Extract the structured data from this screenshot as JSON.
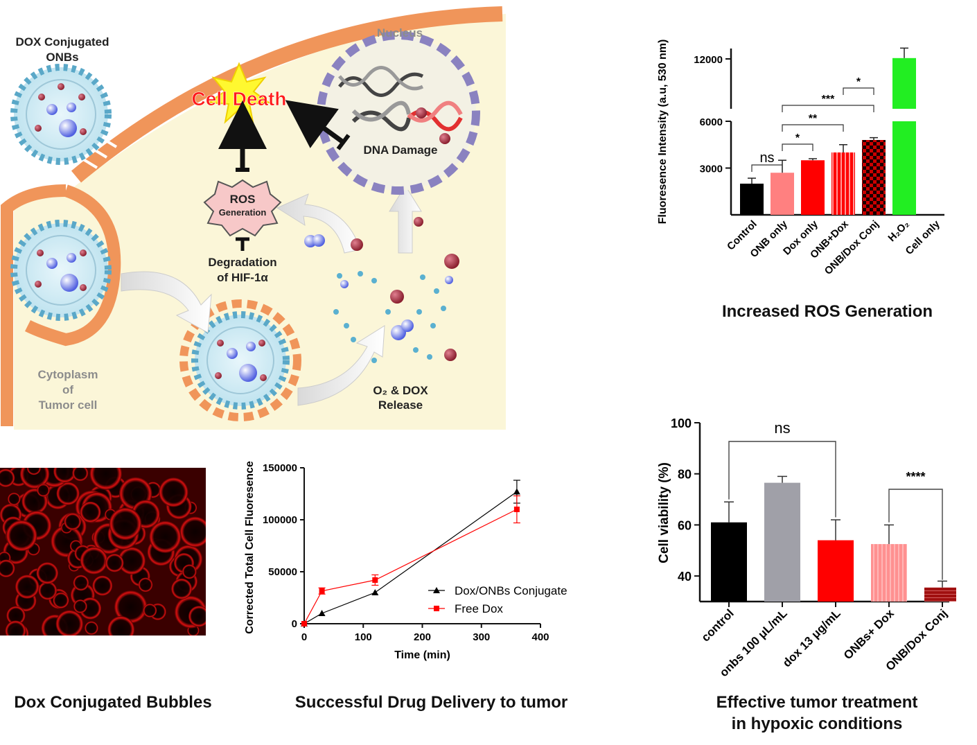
{
  "schematic": {
    "onbs_label": "DOX Conjugated ONBs",
    "nucleus_label": "Nucleus",
    "cell_death_label": "Cell Death",
    "dna_damage_label": "DNA Damage",
    "ros_label": "ROS",
    "ros_sub_label": "Generation",
    "degradation_label": "Degradation",
    "degradation_sub_label": "of HIF-1α",
    "release_label": "O₂ & DOX",
    "release_sub_label": "Release",
    "cytoplasm_label": "Cytoplasm",
    "cytoplasm_sub_label": "of",
    "cytoplasm_sub_label2": "Tumor cell",
    "colors": {
      "membrane": "#f0955a",
      "cytoplasm": "#fbf6d8",
      "nucleus_dash": "#8a82c0",
      "cell_death": "#ff1a1a"
    }
  },
  "captions": {
    "bubbles": "Dox Conjugated Bubbles",
    "delivery": "Successful Drug Delivery to tumor",
    "ros": "Increased ROS Generation",
    "treatment_line1": "Effective tumor treatment",
    "treatment_line2": "in hypoxic conditions"
  },
  "chart_data": [
    {
      "type": "bar",
      "ylabel": "Fluoresence Intensity (a.u, 530 nm)",
      "categories": [
        "Control",
        "ONB only",
        "Dox only",
        "ONB+Dox",
        "ONB/Dox Conj",
        "H₂O₂",
        "Cell only"
      ],
      "values": [
        2000,
        2700,
        3500,
        4000,
        4800,
        12100,
        0
      ],
      "errors": [
        350,
        800,
        100,
        500,
        150,
        1200,
        0
      ],
      "colors": [
        "#000000",
        "#ff8080",
        "#ff0000",
        "#ff0000",
        "#cc0000",
        "#22ee22",
        "#ffffff"
      ],
      "yticks": [
        3000,
        6000,
        12000
      ],
      "y_axis_break": [
        6000,
        12000
      ],
      "significance": [
        {
          "from": "Control",
          "to": "ONB only",
          "label": "ns"
        },
        {
          "from": "ONB only",
          "to": "Dox only",
          "label": "*"
        },
        {
          "from": "ONB only",
          "to": "ONB+Dox",
          "label": "**"
        },
        {
          "from": "ONB only",
          "to": "ONB/Dox Conj",
          "label": "***"
        },
        {
          "from": "ONB+Dox",
          "to": "ONB/Dox Conj",
          "label": "*"
        }
      ]
    },
    {
      "type": "line",
      "xlabel": "Time (min)",
      "ylabel": "Corrected Total  Cell Fluoresence",
      "xlim": [
        0,
        400
      ],
      "ylim": [
        0,
        150000
      ],
      "xticks": [
        0,
        100,
        200,
        300,
        400
      ],
      "yticks": [
        0,
        50000,
        100000,
        150000
      ],
      "series": [
        {
          "name": "Dox/ONBs Conjugate",
          "color": "#000000",
          "marker": "triangle",
          "x": [
            0,
            30,
            120,
            360
          ],
          "y": [
            0,
            10000,
            30000,
            127000
          ],
          "err": [
            0,
            0,
            0,
            11000
          ]
        },
        {
          "name": "Free Dox",
          "color": "#ff0000",
          "marker": "square",
          "x": [
            0,
            30,
            120,
            360
          ],
          "y": [
            0,
            31500,
            42000,
            110000
          ],
          "err": [
            0,
            3000,
            5000,
            13000
          ]
        }
      ],
      "legend": "bottom-right"
    },
    {
      "type": "bar",
      "ylabel": "Cell viability (%)",
      "categories": [
        "control",
        "onbs 100 μL/mL",
        "dox 13 μg/mL",
        "ONBs+ Dox",
        "ONB/Dox Conj"
      ],
      "values": [
        61,
        76.5,
        54,
        52.5,
        35.5
      ],
      "errors": [
        8,
        2.5,
        8,
        7.5,
        2.5
      ],
      "colors": [
        "#000000",
        "#a0a0a8",
        "#ff0000",
        "#ff9090",
        "#a01010"
      ],
      "ylim": [
        30,
        100
      ],
      "yticks": [
        40,
        60,
        80,
        100
      ],
      "significance": [
        {
          "from": "control",
          "to": "dox 13 μg/mL",
          "label": "ns"
        },
        {
          "from": "ONBs+ Dox",
          "to": "ONB/Dox Conj",
          "label": "****"
        }
      ]
    }
  ]
}
